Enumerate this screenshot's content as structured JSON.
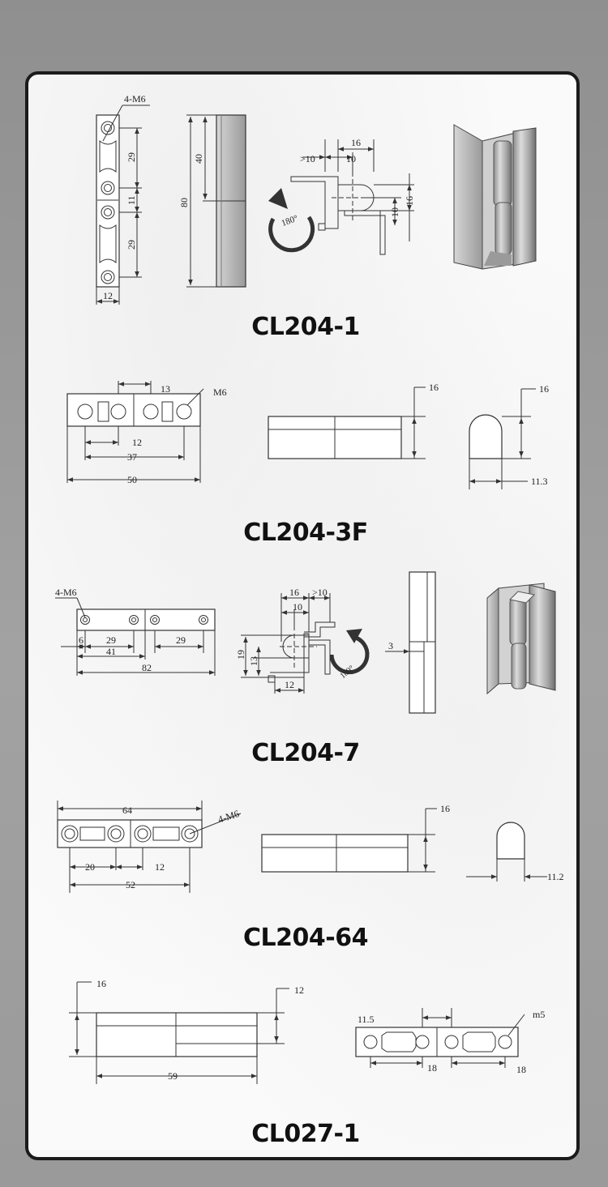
{
  "sections": [
    {
      "title": "CL204-1",
      "labels": {
        "hole": "4-M6",
        "d29a": "29",
        "d11": "11",
        "d29b": "29",
        "d12": "12",
        "d40": "40",
        "d80": "80",
        "d16": "16",
        "d10": "10",
        "dgt10": ">10",
        "d16v": "16",
        "d10v": "10",
        "rot": "180°"
      }
    },
    {
      "title": "CL204-3F",
      "labels": {
        "d13": "13",
        "m6": "M6",
        "d12": "12",
        "d37": "37",
        "d50": "50",
        "d16a": "16",
        "d16b": "16",
        "d113": "11.3"
      }
    },
    {
      "title": "CL204-7",
      "labels": {
        "hole": "4-M6",
        "d6": "6",
        "d29a": "29",
        "d29b": "29",
        "d41": "41",
        "d82": "82",
        "d16": "16",
        "dgt10": ">10",
        "d10": "10",
        "d19": "19",
        "d13": "13",
        "d12": "12",
        "rot": "180°",
        "d3": "3"
      }
    },
    {
      "title": "CL204-64",
      "labels": {
        "d64": "64",
        "hole": "4-M6",
        "d20": "20",
        "d12": "12",
        "d52": "52",
        "d16": "16",
        "d112": "11.2"
      }
    },
    {
      "title": "CL027-1",
      "labels": {
        "d16": "16",
        "d12": "12",
        "d59": "59",
        "d115": "11.5",
        "m5": "m5",
        "d18a": "18",
        "d18b": "18"
      }
    }
  ]
}
